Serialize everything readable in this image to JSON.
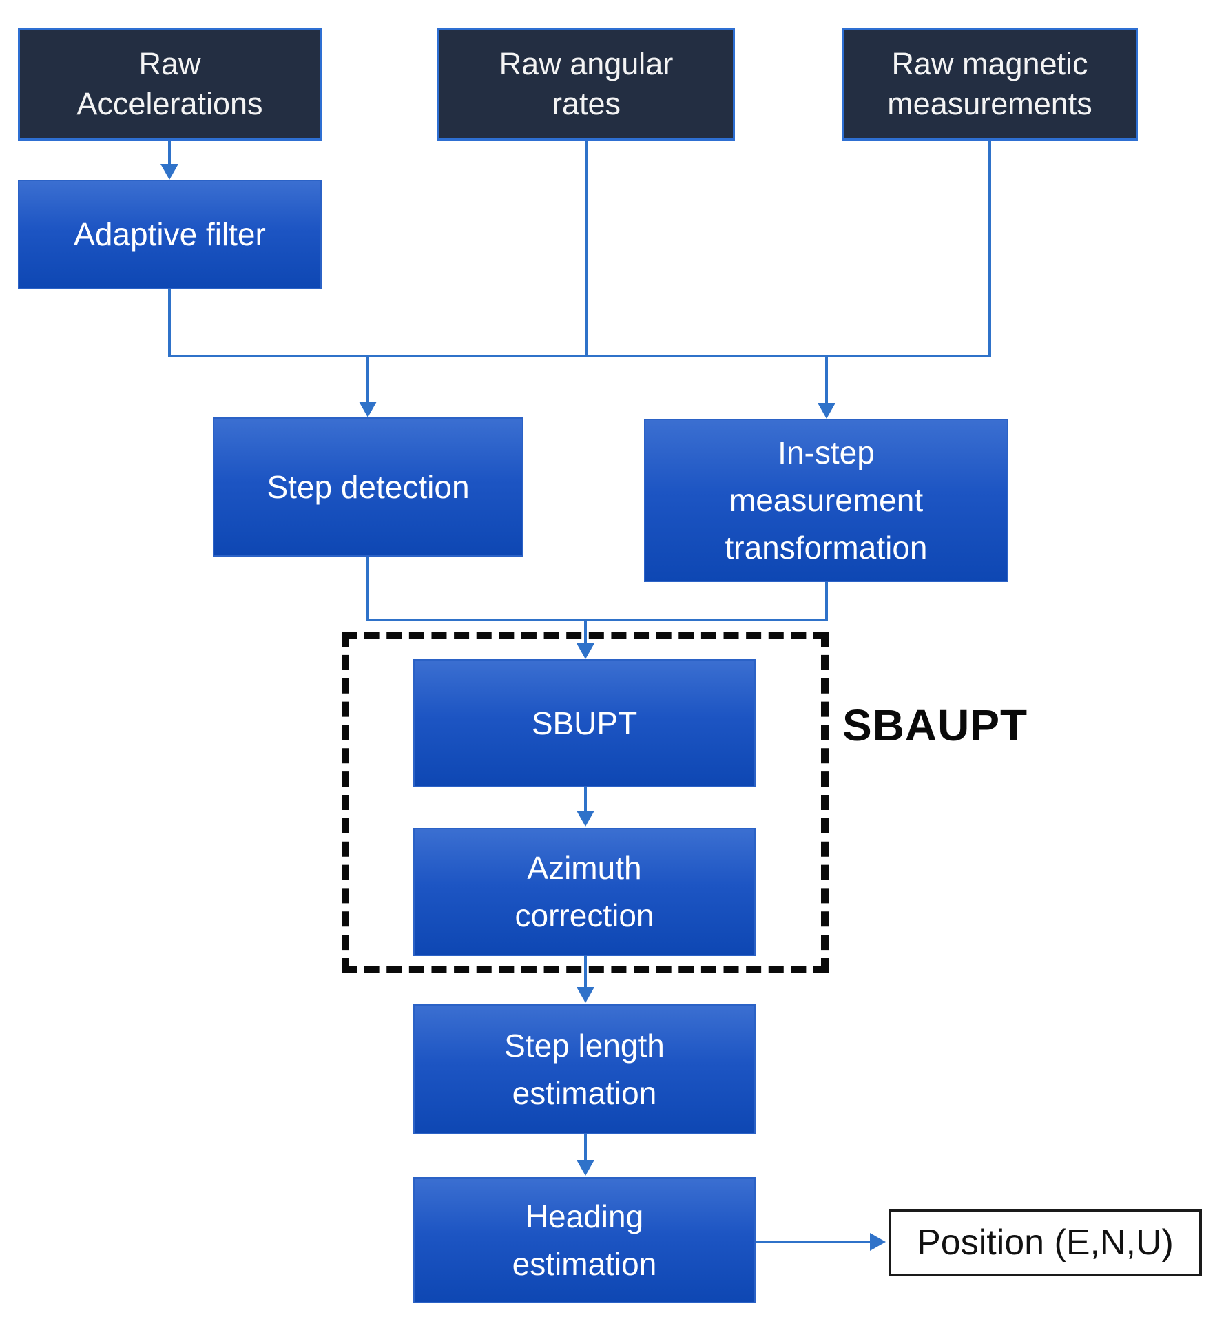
{
  "diagram": {
    "type": "flowchart",
    "background": "#ffffff",
    "colors": {
      "input_box_fill": "#232e42",
      "input_box_border": "#2e6fd2",
      "process_box_top": "#3b6fd1",
      "process_box_bottom": "#0e47b3",
      "connector": "#2f72c9",
      "group_dash": "#0a0a0a",
      "output_box_border": "#1a1a1a",
      "box_text": "#ffffff",
      "label_text": "#0a0a0a"
    },
    "nodes": {
      "raw_accelerations": {
        "label": "Raw\nAccelerations",
        "type": "input"
      },
      "raw_angular_rates": {
        "label": "Raw angular\nrates",
        "type": "input"
      },
      "raw_magnetic_measurements": {
        "label": "Raw magnetic\nmeasurements",
        "type": "input"
      },
      "adaptive_filter": {
        "label": "Adaptive filter",
        "type": "process"
      },
      "step_detection": {
        "label": "Step detection",
        "type": "process"
      },
      "in_step_measurement_transformation": {
        "label": "In-step\nmeasurement\ntransformation",
        "type": "process"
      },
      "sbupt": {
        "label": "SBUPT",
        "type": "process"
      },
      "azimuth_correction": {
        "label": "Azimuth\ncorrection",
        "type": "process"
      },
      "step_length_estimation": {
        "label": "Step length\nestimation",
        "type": "process"
      },
      "heading_estimation": {
        "label": "Heading\nestimation",
        "type": "process"
      },
      "position_output": {
        "label": "Position (E,N,U)",
        "type": "output"
      }
    },
    "group": {
      "label": "SBAUPT",
      "members": [
        "sbupt",
        "azimuth_correction"
      ]
    },
    "edges": [
      {
        "from": "raw_accelerations",
        "to": "adaptive_filter"
      },
      {
        "from": "adaptive_filter",
        "to": "step_detection"
      },
      {
        "from": "adaptive_filter",
        "to": "in_step_measurement_transformation"
      },
      {
        "from": "raw_angular_rates",
        "to": "step_detection"
      },
      {
        "from": "raw_angular_rates",
        "to": "in_step_measurement_transformation"
      },
      {
        "from": "raw_magnetic_measurements",
        "to": "step_detection"
      },
      {
        "from": "raw_magnetic_measurements",
        "to": "in_step_measurement_transformation"
      },
      {
        "from": "step_detection",
        "to": "sbupt"
      },
      {
        "from": "in_step_measurement_transformation",
        "to": "sbupt"
      },
      {
        "from": "sbupt",
        "to": "azimuth_correction"
      },
      {
        "from": "azimuth_correction",
        "to": "step_length_estimation"
      },
      {
        "from": "step_length_estimation",
        "to": "heading_estimation"
      },
      {
        "from": "heading_estimation",
        "to": "position_output"
      }
    ]
  }
}
